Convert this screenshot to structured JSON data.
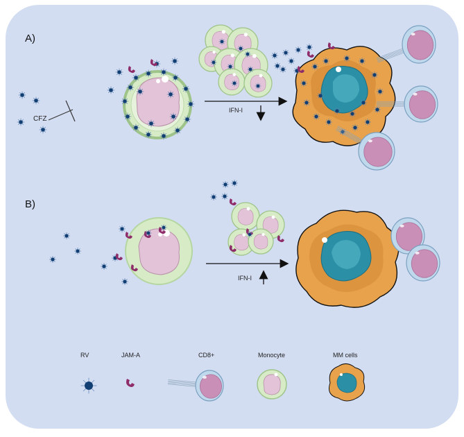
{
  "panels": {
    "a": {
      "label": "A)",
      "inhibitor": "CFZ",
      "arrow_label": "IFN-I",
      "arrow_direction": "down"
    },
    "b": {
      "label": "B)",
      "arrow_label": "IFN-I",
      "arrow_direction": "up"
    }
  },
  "legend": {
    "items": [
      {
        "label": "RV",
        "icon": "virus-icon"
      },
      {
        "label": "JAM-A",
        "icon": "receptor-icon"
      },
      {
        "label": "CD8+",
        "icon": "cd8-cell-icon"
      },
      {
        "label": "Monocyte",
        "icon": "monocyte-icon"
      },
      {
        "label": "MM cells",
        "icon": "mm-cell-icon"
      }
    ]
  },
  "colors": {
    "background": "#d3ddf2",
    "monocyte_fill": "#d6ebc6",
    "monocyte_stroke": "#9fc48a",
    "nucleus": "#e2c3d8",
    "cd8_outer": "#bfd8ec",
    "cd8_inner": "#c98fb6",
    "mm_fill": "#e8a24c",
    "mm_nucleus": "#2b8fa6",
    "virus": "#123f73",
    "receptor": "#8e2d69"
  }
}
